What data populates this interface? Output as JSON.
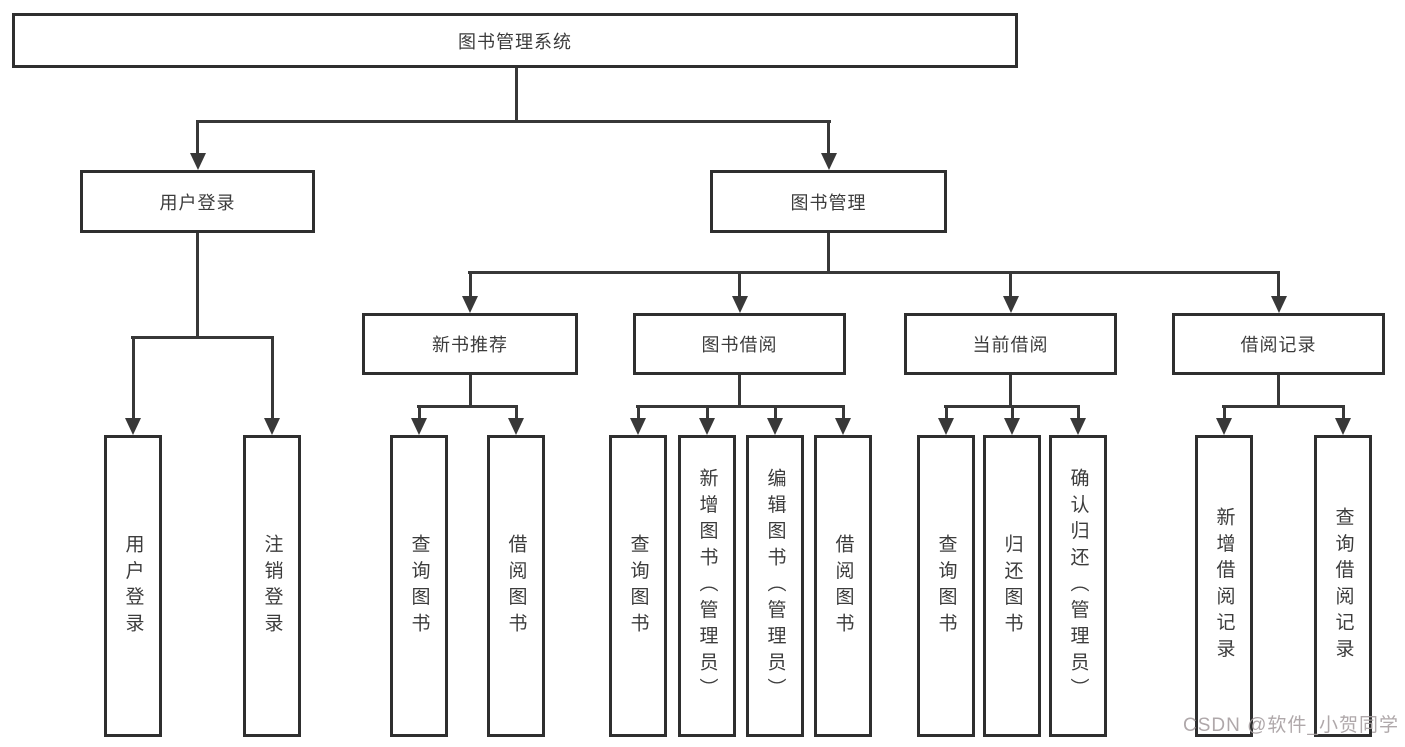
{
  "diagram": {
    "root": {
      "label": "图书管理系统"
    },
    "branches": [
      {
        "label": "用户登录",
        "children": [
          {
            "label": "用户登录"
          },
          {
            "label": "注销登录"
          }
        ]
      },
      {
        "label": "图书管理",
        "groups": [
          {
            "label": "新书推荐",
            "children": [
              {
                "label": "查询图书"
              },
              {
                "label": "借阅图书"
              }
            ]
          },
          {
            "label": "图书借阅",
            "children": [
              {
                "label": "查询图书"
              },
              {
                "label": "新增图书（管理员）"
              },
              {
                "label": "编辑图书（管理员）"
              },
              {
                "label": "借阅图书"
              }
            ]
          },
          {
            "label": "当前借阅",
            "children": [
              {
                "label": "查询图书"
              },
              {
                "label": "归还图书"
              },
              {
                "label": "确认归还（管理员）"
              }
            ]
          },
          {
            "label": "借阅记录",
            "children": [
              {
                "label": "新增借阅记录"
              },
              {
                "label": "查询借阅记录"
              }
            ]
          }
        ]
      }
    ]
  },
  "watermark": "CSDN @软件_小贺同学",
  "colors": {
    "line": "#383838",
    "border": "#2f2f2f",
    "text": "#3c3c3c",
    "watermark": "#a79fa1",
    "background": "#ffffff"
  }
}
